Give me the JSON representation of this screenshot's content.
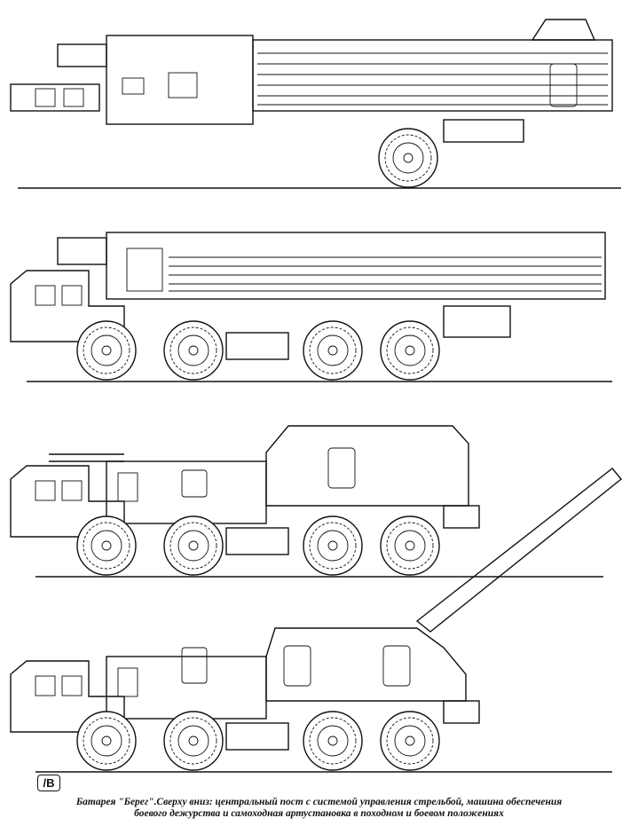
{
  "figure": {
    "logo_text": "/B",
    "caption_line1": "Батарея \"Берег\".Сверху вниз: центральный пост с системой управления стрельбой, машина обеспечения",
    "caption_line2": "боевого дежурства и самоходная артустановка в походном и боевом положениях",
    "vehicles": [
      "central-command-post",
      "combat-duty-support-vehicle",
      "self-propelled-gun-travel",
      "self-propelled-gun-combat"
    ]
  }
}
